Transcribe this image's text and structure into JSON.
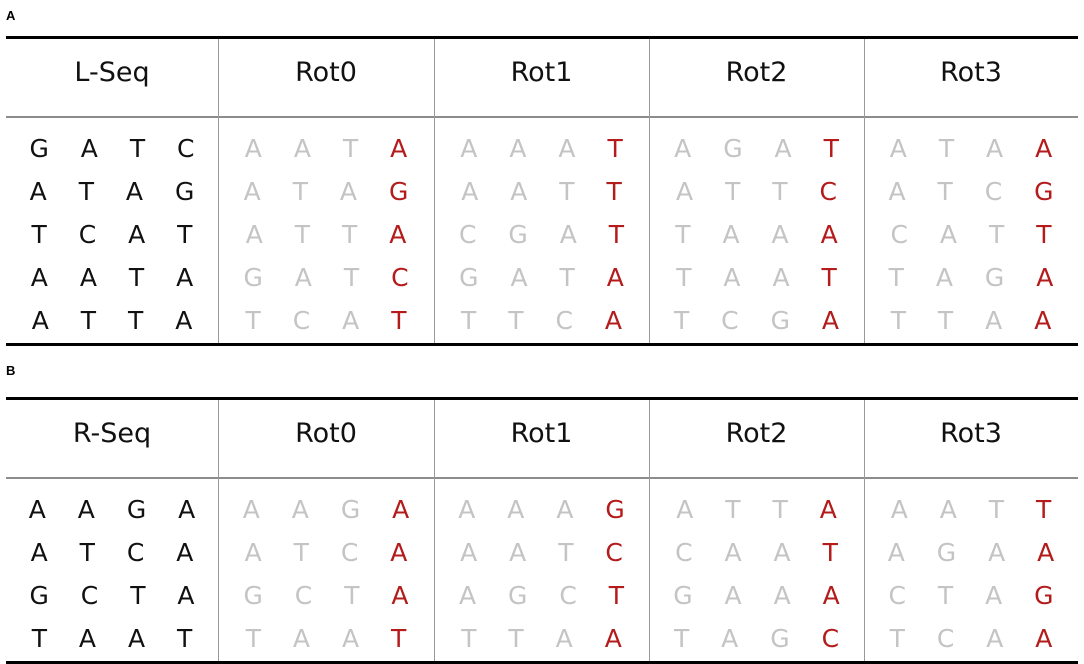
{
  "panels": [
    {
      "label": "A",
      "headers": [
        "L-Seq",
        "Rot0",
        "Rot1",
        "Rot2",
        "Rot3"
      ],
      "rows": [
        [
          "G A T C",
          "A A T A",
          "A A A T",
          "A G A T",
          "A T A A"
        ],
        [
          "A T A G",
          "A T A G",
          "A A T T",
          "A T T C",
          "A T C G"
        ],
        [
          "T C A T",
          "A T T A",
          "C G A T",
          "T A A A",
          "C A T T"
        ],
        [
          "A A T A",
          "G A T C",
          "G A T A",
          "T A A T",
          "T A G A"
        ],
        [
          "A T T A",
          "T C A T",
          "T T C A",
          "T C G A",
          "T T A A"
        ]
      ]
    },
    {
      "label": "B",
      "headers": [
        "R-Seq",
        "Rot0",
        "Rot1",
        "Rot2",
        "Rot3"
      ],
      "rows": [
        [
          "A A G A",
          "A A G A",
          "A A A G",
          "A T T A",
          "A A T T"
        ],
        [
          "A T C A",
          "A T C A",
          "A A T C",
          "C A A T",
          "A G A A"
        ],
        [
          "G C T A",
          "G C T A",
          "A G C T",
          "G A A A",
          "C T A G"
        ],
        [
          "T A A T",
          "T A A T",
          "T T A A",
          "T A G C",
          "T C A A"
        ]
      ]
    }
  ],
  "colors": {
    "sequence_text": "#111111",
    "rotation_prefix": "#c4c4c4",
    "rotation_last_base": "#b41b1b"
  }
}
